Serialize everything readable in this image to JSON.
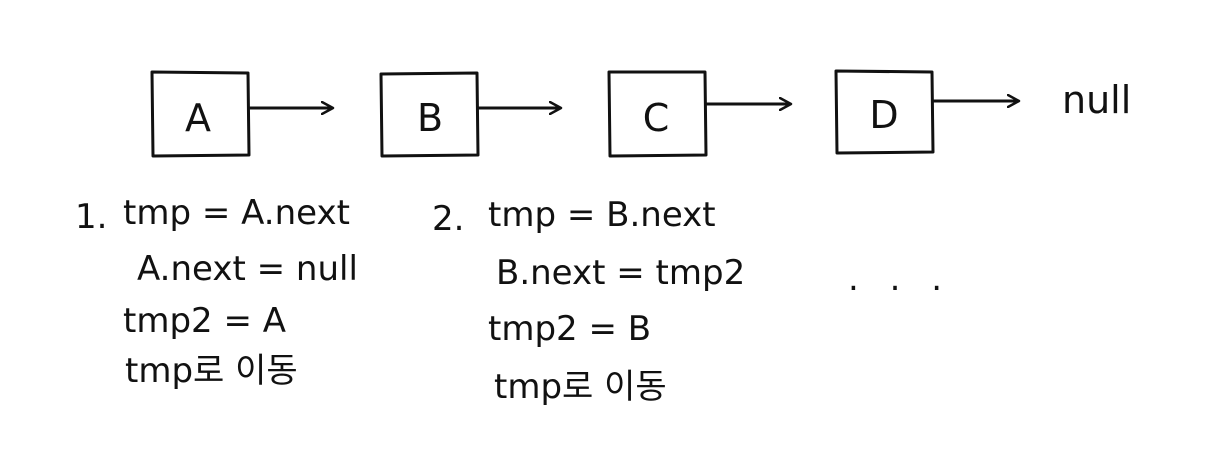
{
  "nodes": [
    {
      "label": "A"
    },
    {
      "label": "B"
    },
    {
      "label": "C"
    },
    {
      "label": "D"
    }
  ],
  "terminal": "null",
  "steps": [
    {
      "number": "1.",
      "lines": [
        "tmp = A.next",
        "A.next = null",
        "tmp2 = A",
        "tmp로 이동"
      ]
    },
    {
      "number": "2.",
      "lines": [
        "tmp = B.next",
        "B.next = tmp2",
        "tmp2 = B",
        "tmp로 이동"
      ]
    }
  ],
  "ellipsis": ". . ."
}
